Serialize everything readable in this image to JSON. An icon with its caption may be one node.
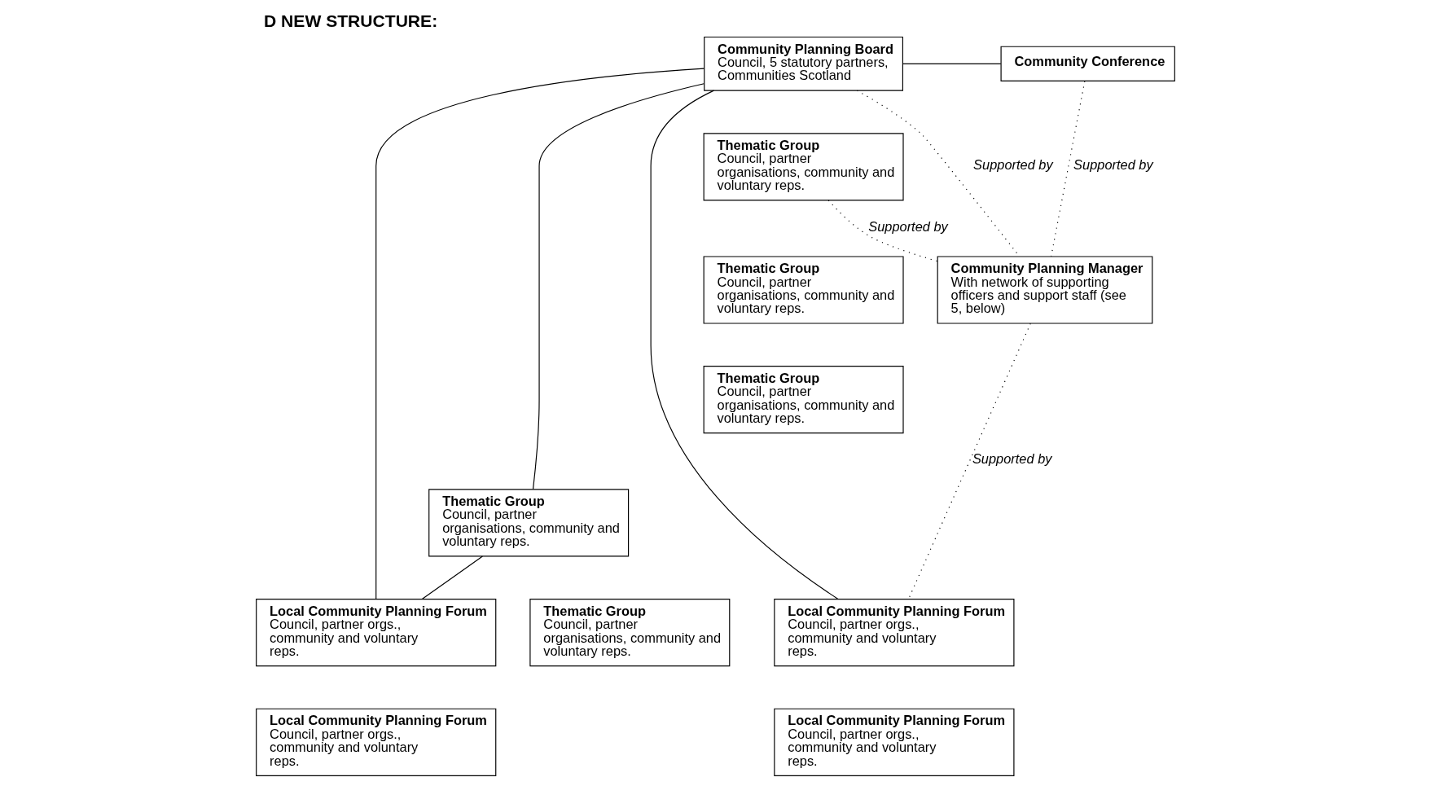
{
  "diagram": {
    "title": "D NEW STRUCTURE:",
    "nodes": [
      {
        "text": [
          "Community Planning Board",
          "Council, 5 statutory partners, Communities Scotland"
        ]
      },
      {
        "text": [
          "Community Conference"
        ]
      },
      {
        "text": [
          "Community Planning Manager",
          "With network of supporting officers and support staff (see 5, below)"
        ]
      },
      {
        "text": [
          "Thematic Group",
          "Council, partner organisations, community and voluntary reps."
        ]
      },
      {
        "text": [
          "Thematic Group",
          "Council, partner organisations, community and voluntary reps."
        ]
      },
      {
        "text": [
          "Thematic Group",
          "Council, partner organisations, community and voluntary reps."
        ]
      },
      {
        "text": [
          "Thematic Group",
          "Council, partner organisations, community and voluntary reps."
        ]
      },
      {
        "text": [
          "Thematic Group",
          "Council, partner organisations, community and voluntary reps."
        ]
      },
      {
        "text": [
          "Local Community Planning Forum",
          "Council, partner orgs., community and voluntary reps."
        ]
      },
      {
        "text": [
          "Local Community Planning Forum",
          "Council, partner orgs., community and voluntary reps."
        ]
      },
      {
        "text": [
          "Local Community Planning Forum",
          "Council, partner orgs., community and voluntary reps."
        ]
      },
      {
        "text": [
          "Local Community Planning Forum",
          "Council, partner orgs., community and voluntary reps."
        ]
      }
    ],
    "edges": [
      {
        "from": 0,
        "to": 1,
        "arrow": "none"
      },
      {
        "from": 0,
        "to": 2,
        "arrow": "none",
        "label": "Supported by",
        "style": "dashed"
      },
      {
        "from": 1,
        "to": 2,
        "arrow": "none",
        "label": "Supported by",
        "style": "dashed"
      },
      {
        "from": 3,
        "to": 2,
        "arrow": "none",
        "label": "Supported by",
        "style": "dashed"
      },
      {
        "from": 0,
        "to": 6,
        "arrow": "none"
      },
      {
        "from": 6,
        "to": 8,
        "arrow": "none"
      },
      {
        "from": 0,
        "to": 8,
        "arrow": "none"
      },
      {
        "from": 0,
        "to": 9,
        "arrow": "none"
      },
      {
        "from": 2,
        "to": 9,
        "arrow": "none",
        "label": "Supported by",
        "style": "dashed"
      }
    ]
  }
}
